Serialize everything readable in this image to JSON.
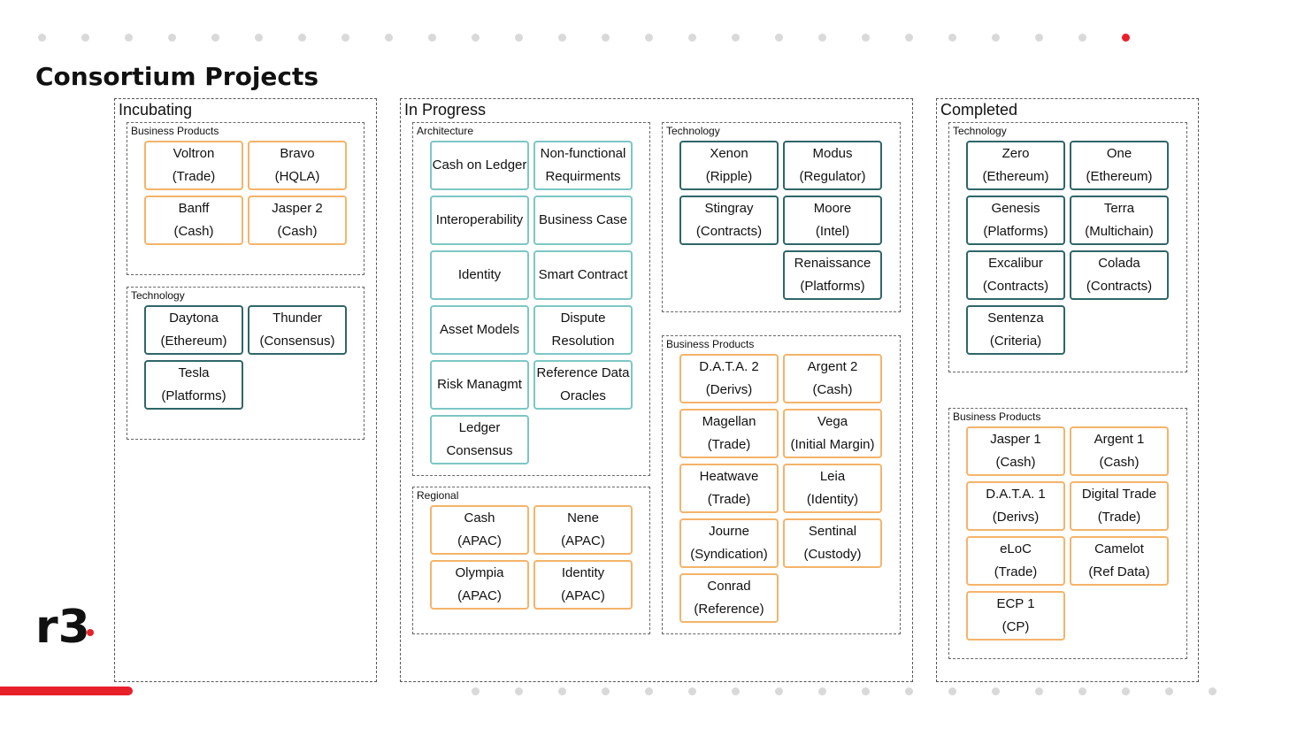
{
  "page": {
    "title": "Consortium Projects",
    "logo_text": "r3",
    "accent_color": "#e8202a",
    "colors": {
      "business_border": "#f4b46a",
      "technology_border": "#2f6668",
      "architecture_border": "#7cc7c5"
    }
  },
  "incubating": {
    "title": "Incubating",
    "business_products": {
      "label": "Business Products",
      "items": [
        {
          "name": "Voltron",
          "detail": "(Trade)"
        },
        {
          "name": "Bravo",
          "detail": "(HQLA)"
        },
        {
          "name": "Banff",
          "detail": "(Cash)"
        },
        {
          "name": "Jasper 2",
          "detail": "(Cash)"
        }
      ]
    },
    "technology": {
      "label": "Technology",
      "items": [
        {
          "name": "Daytona",
          "detail": "(Ethereum)"
        },
        {
          "name": "Thunder",
          "detail": "(Consensus)"
        },
        {
          "name": "Tesla",
          "detail": "(Platforms)"
        }
      ]
    }
  },
  "in_progress": {
    "title": "In Progress",
    "architecture": {
      "label": "Architecture",
      "items": [
        {
          "name": "Cash on Ledger",
          "detail": ""
        },
        {
          "name": "Non-functional",
          "detail": "Requirments"
        },
        {
          "name": "Interoperability",
          "detail": ""
        },
        {
          "name": "Business Case",
          "detail": ""
        },
        {
          "name": "Identity",
          "detail": ""
        },
        {
          "name": "Smart Contract",
          "detail": ""
        },
        {
          "name": "Asset Models",
          "detail": ""
        },
        {
          "name": "Dispute",
          "detail": "Resolution"
        },
        {
          "name": "Risk Managmt",
          "detail": ""
        },
        {
          "name": "Reference Data",
          "detail": "Oracles"
        },
        {
          "name": "Ledger",
          "detail": "Consensus"
        }
      ]
    },
    "regional": {
      "label": "Regional",
      "items": [
        {
          "name": "Cash",
          "detail": "(APAC)"
        },
        {
          "name": "Nene",
          "detail": "(APAC)"
        },
        {
          "name": "Olympia",
          "detail": "(APAC)"
        },
        {
          "name": "Identity",
          "detail": "(APAC)"
        }
      ]
    },
    "technology": {
      "label": "Technology",
      "items": [
        {
          "name": "Xenon",
          "detail": "(Ripple)"
        },
        {
          "name": "Modus",
          "detail": "(Regulator)"
        },
        {
          "name": "Stingray",
          "detail": "(Contracts)"
        },
        {
          "name": "Moore",
          "detail": "(Intel)"
        },
        {
          "name": "Renaissance",
          "detail": "(Platforms)"
        }
      ]
    },
    "business_products": {
      "label": "Business Products",
      "items": [
        {
          "name": "D.A.T.A. 2",
          "detail": "(Derivs)"
        },
        {
          "name": "Argent 2",
          "detail": "(Cash)"
        },
        {
          "name": "Magellan",
          "detail": "(Trade)"
        },
        {
          "name": "Vega",
          "detail": "(Initial Margin)"
        },
        {
          "name": "Heatwave",
          "detail": "(Trade)"
        },
        {
          "name": "Leia",
          "detail": "(Identity)"
        },
        {
          "name": "Journe",
          "detail": "(Syndication)"
        },
        {
          "name": "Sentinal",
          "detail": "(Custody)"
        },
        {
          "name": "Conrad",
          "detail": "(Reference)"
        }
      ]
    }
  },
  "completed": {
    "title": "Completed",
    "technology": {
      "label": "Technology",
      "items": [
        {
          "name": "Zero",
          "detail": "(Ethereum)"
        },
        {
          "name": "One",
          "detail": "(Ethereum)"
        },
        {
          "name": "Genesis",
          "detail": "(Platforms)"
        },
        {
          "name": "Terra",
          "detail": "(Multichain)"
        },
        {
          "name": "Excalibur",
          "detail": "(Contracts)"
        },
        {
          "name": "Colada",
          "detail": "(Contracts)"
        },
        {
          "name": "Sentenza",
          "detail": "(Criteria)"
        }
      ]
    },
    "business_products": {
      "label": "Business Products",
      "items": [
        {
          "name": "Jasper 1",
          "detail": "(Cash)"
        },
        {
          "name": "Argent 1",
          "detail": "(Cash)"
        },
        {
          "name": "D.A.T.A. 1",
          "detail": "(Derivs)"
        },
        {
          "name": "Digital Trade",
          "detail": "(Trade)"
        },
        {
          "name": "eLoC",
          "detail": "(Trade)"
        },
        {
          "name": "Camelot",
          "detail": "(Ref Data)"
        },
        {
          "name": "ECP 1",
          "detail": "(CP)"
        }
      ]
    }
  }
}
